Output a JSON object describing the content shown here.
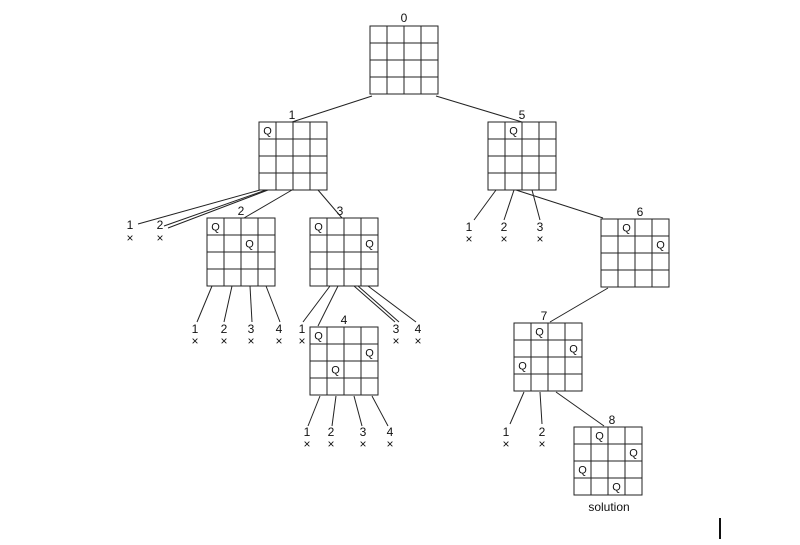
{
  "boards": [
    {
      "label": "0",
      "queens": [
        null,
        null,
        null,
        null
      ]
    },
    {
      "label": "1",
      "queens": [
        0,
        null,
        null,
        null
      ]
    },
    {
      "label": "2",
      "queens": [
        0,
        2,
        null,
        null
      ]
    },
    {
      "label": "3",
      "queens": [
        0,
        3,
        null,
        null
      ]
    },
    {
      "label": "4",
      "queens": [
        0,
        3,
        1,
        null
      ]
    },
    {
      "label": "5",
      "queens": [
        1,
        null,
        null,
        null
      ]
    },
    {
      "label": "6",
      "queens": [
        1,
        3,
        null,
        null
      ]
    },
    {
      "label": "7",
      "queens": [
        1,
        3,
        0,
        null
      ]
    },
    {
      "label": "8",
      "queens": [
        1,
        3,
        0,
        2
      ]
    }
  ],
  "queen_symbol": "Q",
  "fail_symbol": "×",
  "failed_groups": [
    {
      "parent": "1",
      "labels": [
        "1",
        "2"
      ]
    },
    {
      "parent": "2",
      "labels": [
        "1",
        "2",
        "3",
        "4"
      ]
    },
    {
      "parent": "3",
      "labels": [
        "1",
        "3",
        "4"
      ]
    },
    {
      "parent": "4",
      "labels": [
        "1",
        "2",
        "3",
        "4"
      ]
    },
    {
      "parent": "5",
      "labels": [
        "1",
        "2",
        "3"
      ]
    },
    {
      "parent": "7",
      "labels": [
        "1",
        "2"
      ]
    }
  ],
  "solution_label": "solution"
}
